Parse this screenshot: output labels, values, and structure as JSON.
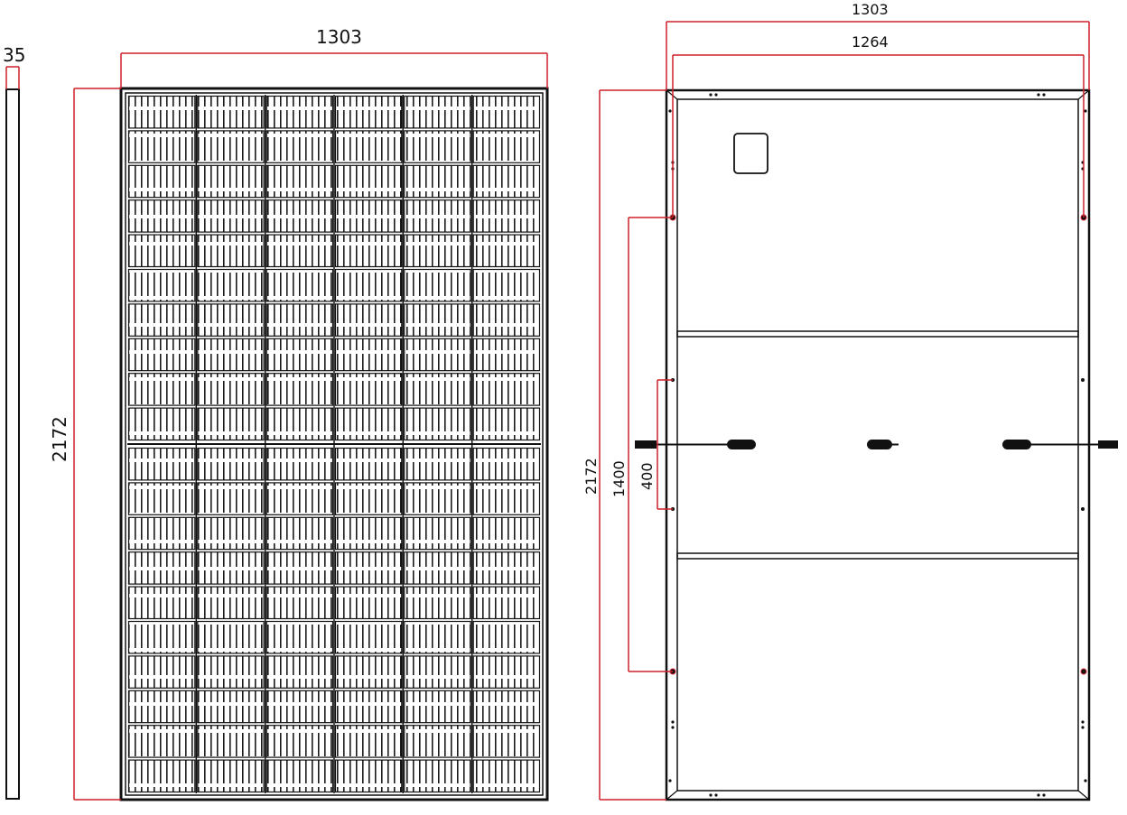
{
  "colors": {
    "dimension": "#d0202a",
    "outline": "#111111",
    "background": "#ffffff"
  },
  "side_view": {
    "thickness_label": "35"
  },
  "front_view": {
    "width_label": "1303",
    "height_label": "2172",
    "cell_columns": 6,
    "cell_rows_per_half": 10,
    "halves": 2
  },
  "rear_view": {
    "outer_width_label": "1303",
    "inner_width_label": "1264",
    "height_label": "2172",
    "mounting_hole_pitch_label": "1400",
    "grounding_hole_pitch_label": "400",
    "junction_boxes": 3,
    "support_bars": 2
  }
}
